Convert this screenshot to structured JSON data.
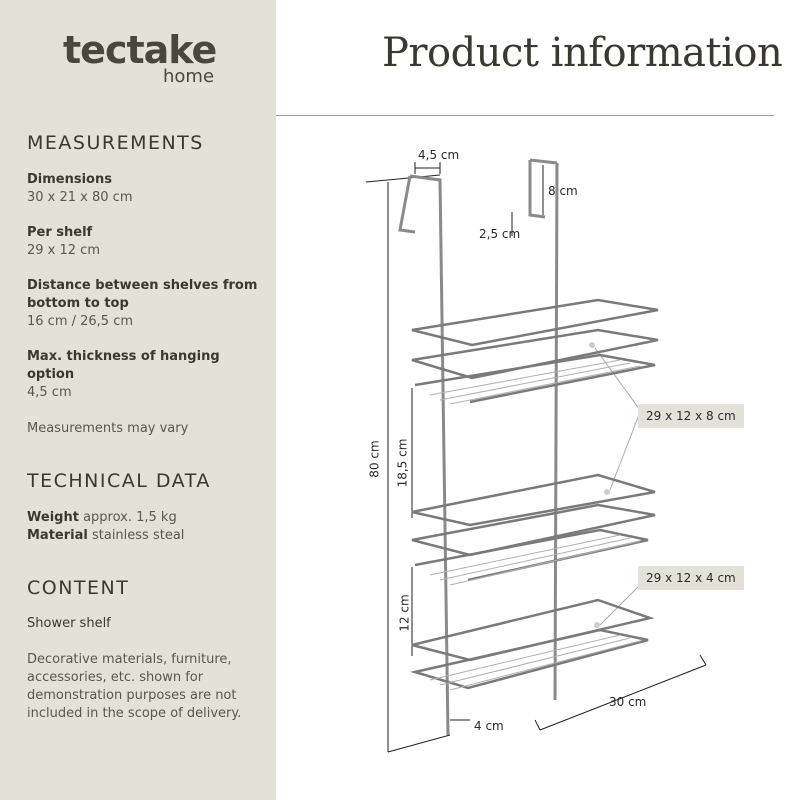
{
  "brand": {
    "name": "tectake",
    "sub": "home"
  },
  "title": "Product information",
  "measurements": {
    "heading": "MEASUREMENTS",
    "items": [
      {
        "label": "Dimensions",
        "value": "30 x 21 x 80 cm"
      },
      {
        "label": "Per shelf",
        "value": "29 x 12 cm"
      },
      {
        "label": "Distance between shelves from bottom to top",
        "label_line1": "Distance between shelves from",
        "label_line2": "bottom to top",
        "value": "16 cm / 26,5 cm"
      },
      {
        "label": "Max. thickness of hanging option",
        "label_line1": "Max. thickness of hanging",
        "label_line2": "option",
        "value": "4,5 cm"
      }
    ],
    "note": "Measurements may vary"
  },
  "technical": {
    "heading": "TECHNICAL DATA",
    "weight_label": "Weight",
    "weight_value": "approx. 1,5 kg",
    "material_label": "Material",
    "material_value": "stainless steal"
  },
  "content": {
    "heading": "CONTENT",
    "item": "Shower shelf",
    "disclaimer_lines": [
      "Decorative materials, furniture,",
      "accessories, etc. shown for",
      "demonstration purposes are not",
      "included in the scope of delivery."
    ]
  },
  "dimensions": {
    "hook_width": "4,5 cm",
    "hook_depth": "8 cm",
    "hook_gap": "2,5 cm",
    "total_height": "80 cm",
    "upper_gap": "18,5 cm",
    "lower_gap": "12 cm",
    "width": "30 cm",
    "leg": "4 cm",
    "callout_top": "29 x 12 x 8 cm",
    "callout_bottom": "29 x 12 x 4 cm"
  },
  "colors": {
    "sidebar_bg": "#e4e1d8",
    "text": "#3a3830",
    "accent": "#e4e1d8"
  }
}
